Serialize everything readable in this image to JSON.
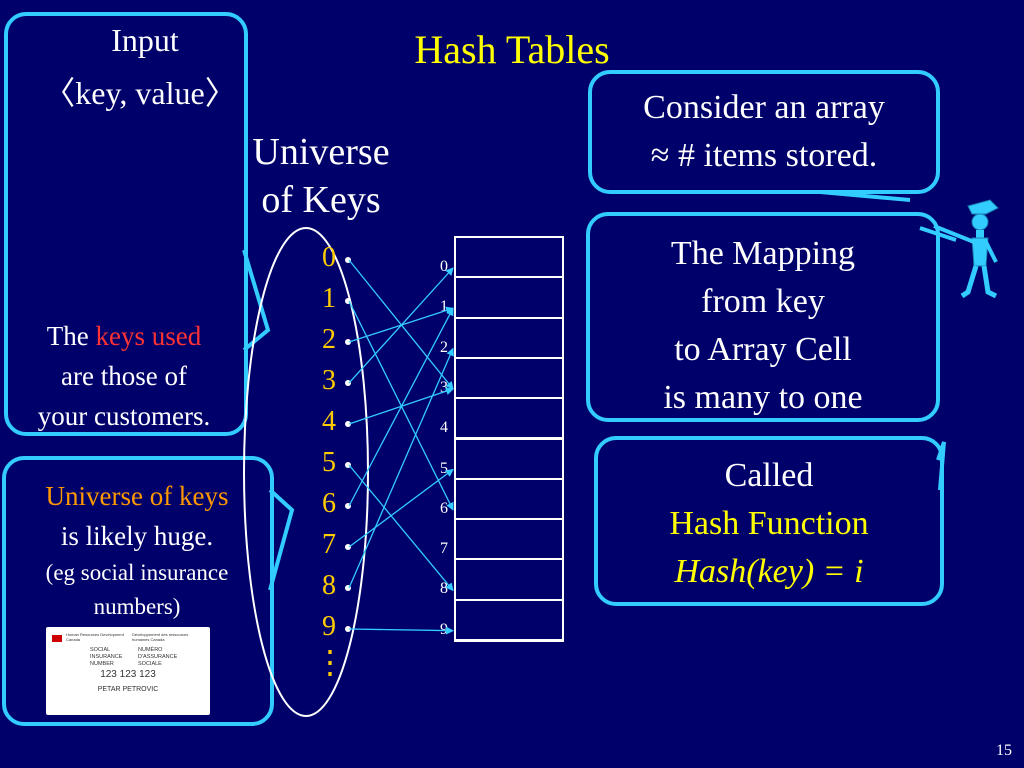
{
  "slide": {
    "title": "Hash Tables",
    "page_number": "15"
  },
  "input_box": {
    "line1": "Input",
    "line2": "〈key, value〉",
    "text_the": "The ",
    "text_keys_used": "keys used",
    "text_line2": "are those of",
    "text_line3": "your customers."
  },
  "universe_box": {
    "line1": "Universe of keys",
    "line2": "is likely huge.",
    "line3": "(eg social insurance",
    "line4": "numbers)"
  },
  "sin_card": {
    "header_left": "Human Resources Development Canada",
    "header_right": "Développement des ressources humaines Canada",
    "label_en": "SOCIAL INSURANCE NUMBER",
    "label_fr": "NUMÉRO D'ASSURANCE SOCIALE",
    "number": "123 123 123",
    "name": "PETAR PETROVIC"
  },
  "universe_label": {
    "line1": "Universe",
    "line2": "of Keys"
  },
  "keys": [
    "0",
    "1",
    "2",
    "3",
    "4",
    "5",
    "6",
    "7",
    "8",
    "9"
  ],
  "keys_ellipsis": "⋮",
  "array_indices": [
    "0",
    "1",
    "2",
    "3",
    "4",
    "5",
    "6",
    "7",
    "8",
    "9"
  ],
  "consider_box": {
    "line1": "Consider an array",
    "line2": "≈ # items stored."
  },
  "mapping_box": {
    "line1": "The Mapping",
    "line2": "from key",
    "line3": "to Array Cell",
    "line4": "is many to one"
  },
  "hash_box": {
    "line1": "Called",
    "line2": "Hash Function",
    "line3": "Hash(key) = i"
  },
  "colors": {
    "background": "#00006b",
    "title": "#ffff00",
    "border": "#33ccff",
    "keys_used": "#ff3333",
    "universe_of_keys": "#ff9900",
    "key_numbers": "#ffcc00"
  },
  "mapping_arrows": [
    [
      0,
      3
    ],
    [
      1,
      6
    ],
    [
      2,
      1
    ],
    [
      3,
      0
    ],
    [
      4,
      3
    ],
    [
      5,
      8
    ],
    [
      6,
      1
    ],
    [
      7,
      5
    ],
    [
      8,
      2
    ],
    [
      9,
      9
    ]
  ],
  "icons": [
    "pirate-figure-icon",
    "sin-card-icon"
  ]
}
